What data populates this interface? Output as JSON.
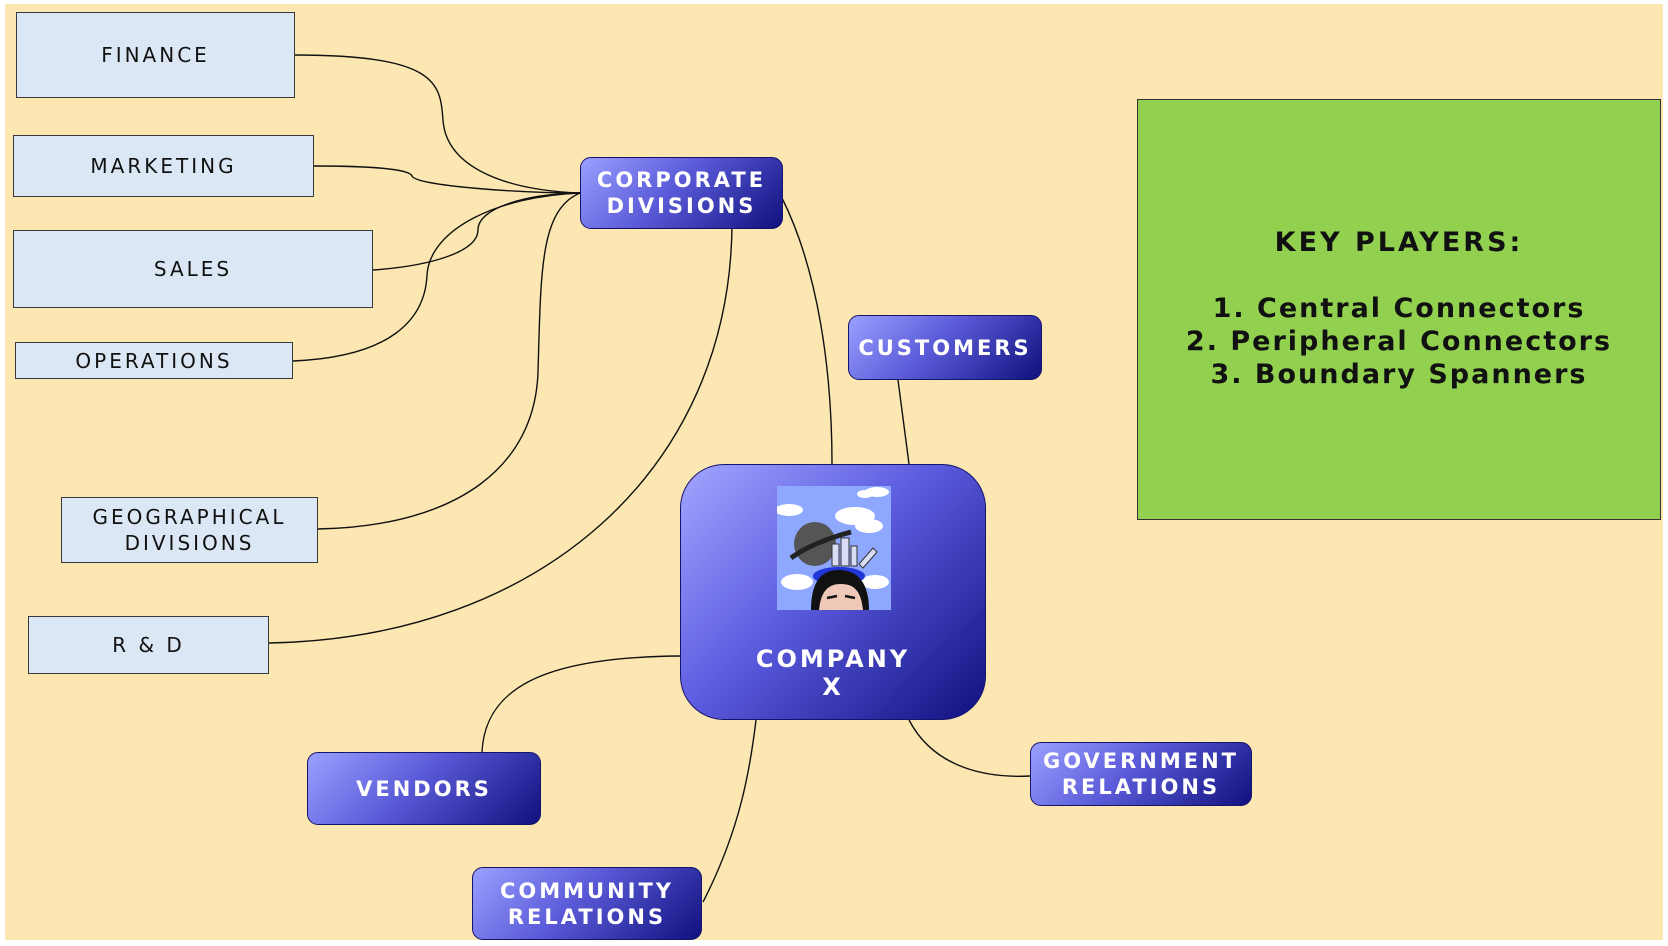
{
  "departments": {
    "finance": "FINANCE",
    "marketing": "MARKETING",
    "sales": "SALES",
    "operations": "OPERATIONS",
    "geographical": "GEOGRAPHICAL\nDIVISIONS",
    "rd": "R & D"
  },
  "nodes": {
    "corporate": "CORPORATE\nDIVISIONS",
    "customers": "CUSTOMERS",
    "vendors": "VENDORS",
    "community": "COMMUNITY\nRELATIONS",
    "government": "GOVERNMENT\nRELATIONS",
    "company": "COMPANY\nX"
  },
  "key_players": {
    "title": "KEY PLAYERS:",
    "items": [
      "1. Central Connectors",
      "2. Peripheral Connectors",
      "3. Boundary Spanners"
    ]
  },
  "colors": {
    "background": "#fce7b2",
    "department_box": "#dbe7f4",
    "node_gradient_start": "#9aa0ff",
    "node_gradient_end": "#10107e",
    "key_box": "#92d050"
  },
  "icons": {
    "center_image": "businessman-head-clipart"
  }
}
